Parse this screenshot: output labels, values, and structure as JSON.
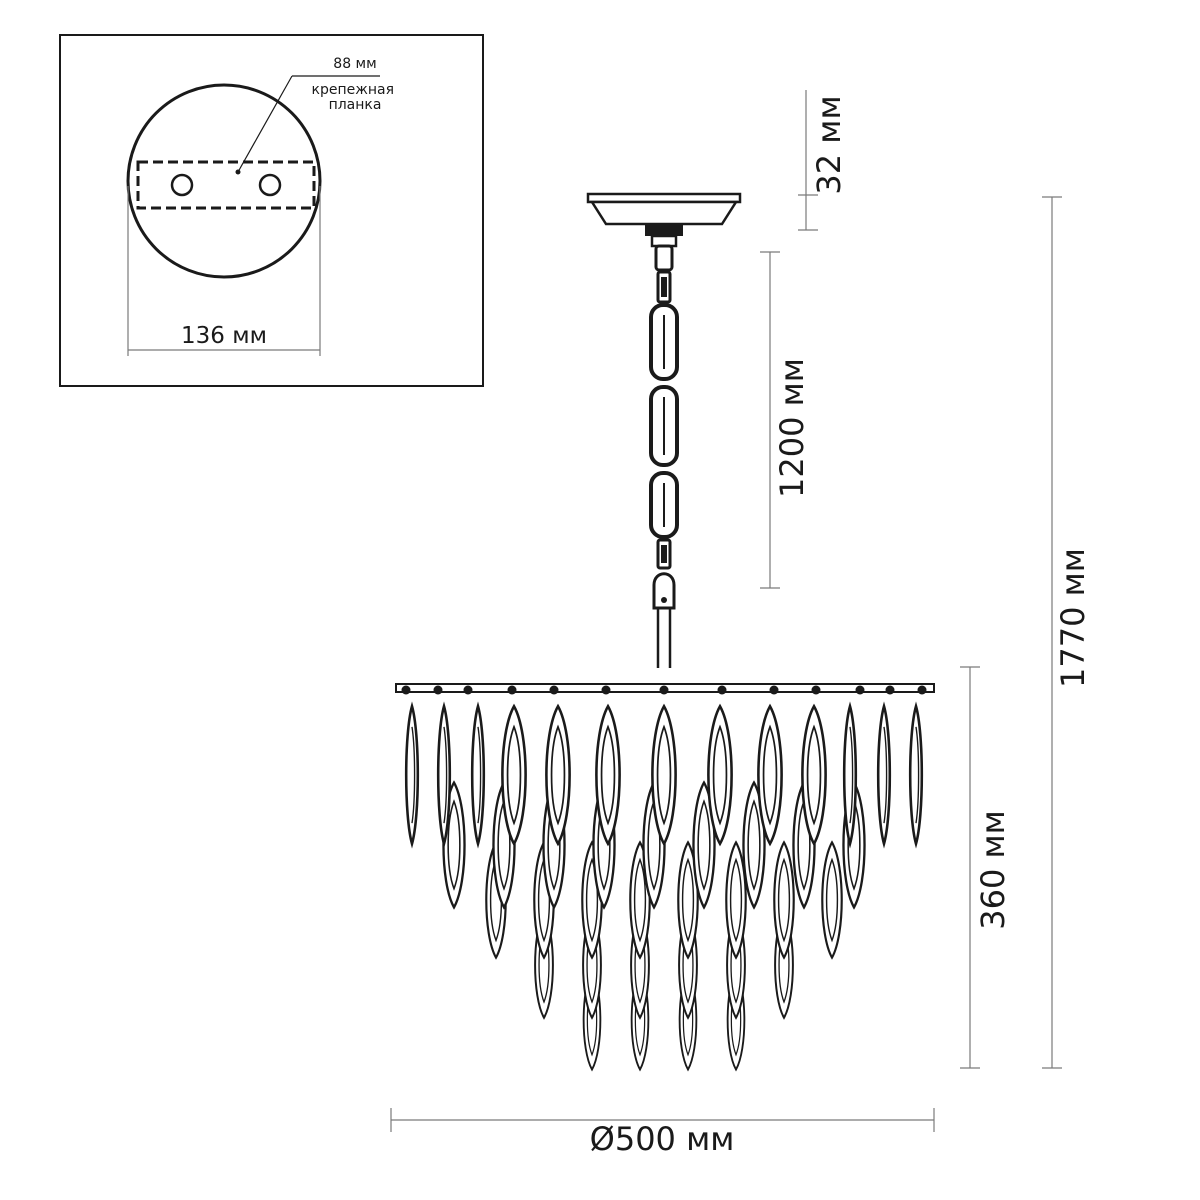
{
  "inset": {
    "plate_width_label": "88 мм",
    "plate_name_label": "крепежная\nпланка",
    "canopy_diameter_label": "136 мм"
  },
  "dimensions": {
    "canopy_height": "32 мм",
    "chain_length": "1200 мм",
    "total_height": "1770 мм",
    "body_height": "360 мм",
    "diameter": "Ø500 мм"
  },
  "colors": {
    "line": "#1a1a1a",
    "dim_line": "#7a7a7a",
    "background": "#ffffff"
  }
}
